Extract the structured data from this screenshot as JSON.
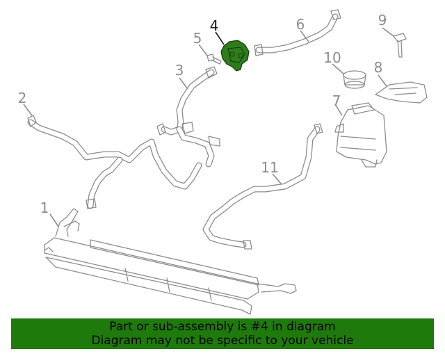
{
  "diagram": {
    "callouts": [
      "1",
      "2",
      "3",
      "4",
      "5",
      "6",
      "7",
      "8",
      "9",
      "10",
      "11"
    ],
    "highlighted_part": "4"
  },
  "banner": {
    "line1": "Part or sub-assembly is #4 in diagram",
    "line2": "Diagram may not be specific to your vehicle",
    "background_color": "#1f7a0c"
  }
}
